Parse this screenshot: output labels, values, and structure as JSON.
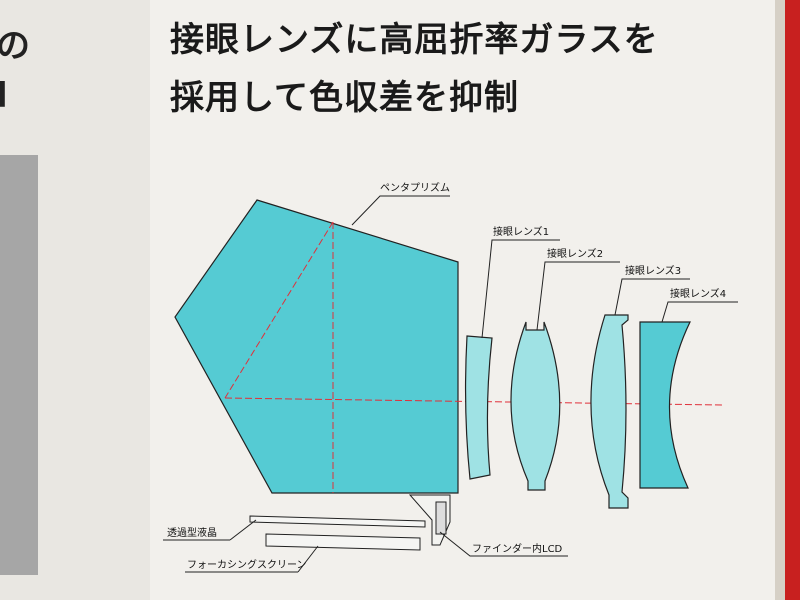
{
  "heading": {
    "line1": "接眼レンズに高屈折率ガラスを",
    "line2": "採用して色収差を抑制"
  },
  "edge_text": {
    "top": "の",
    "middle": "l"
  },
  "labels": {
    "pentaprism": "ペンタプリズム",
    "lens1": "接眼レンズ1",
    "lens2": "接眼レンズ2",
    "lens3": "接眼レンズ3",
    "lens4": "接眼レンズ4",
    "transmissive_lcd": "透過型液晶",
    "focusing_screen": "フォーカシングスクリーン",
    "finder_lcd": "ファインダー内LCD"
  },
  "colors": {
    "element_fill": "#55cbd3",
    "lens_light_fill": "#9fe2e4",
    "axis_line": "#e0303a",
    "panel": "#f7f5f1",
    "frame_red": "#c8201f",
    "gray_block": "#a9a9a9"
  }
}
